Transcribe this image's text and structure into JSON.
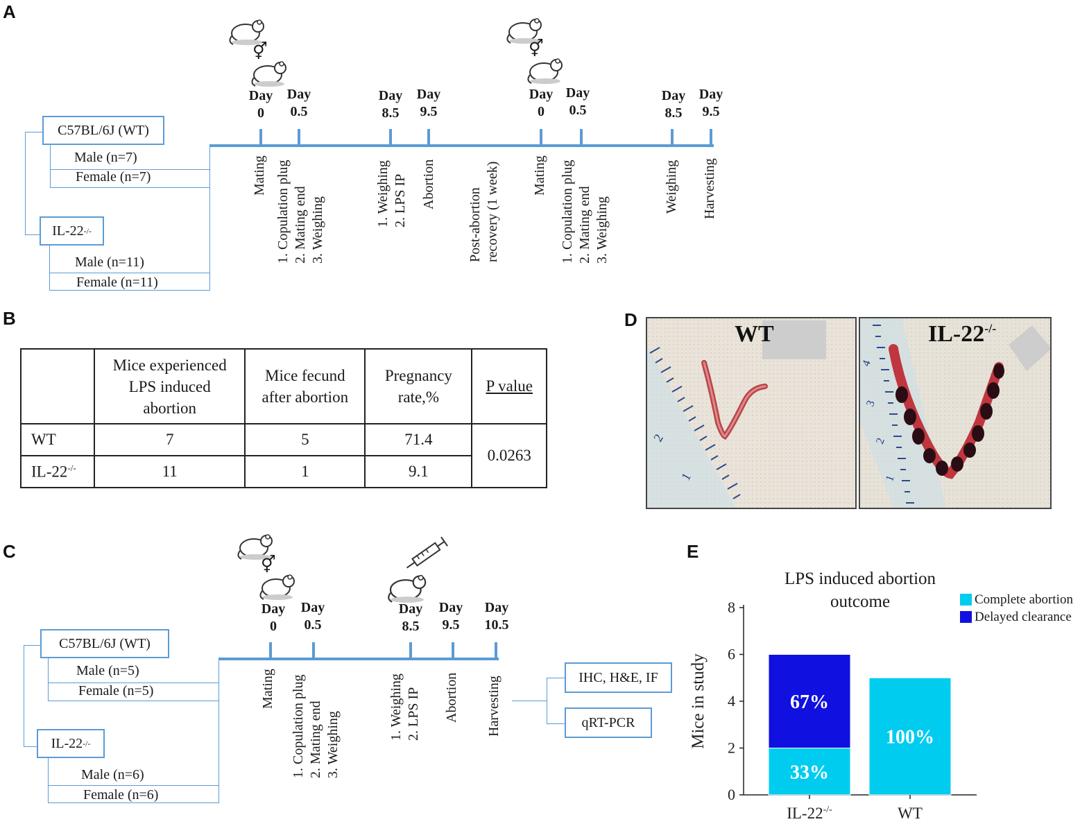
{
  "panels": {
    "a": "A",
    "b": "B",
    "c": "C",
    "d": "D",
    "e": "E"
  },
  "panel_a": {
    "groups": [
      {
        "name": "C57BL/6J (WT)",
        "male": "Male (n=7)",
        "female": "Female (n=7)"
      },
      {
        "name": "IL-22",
        "sup": "-/-",
        "male": "Male (n=11)",
        "female": "Female (n=11)"
      }
    ],
    "day_word": "Day",
    "days": [
      "0",
      "0.5",
      "8.5",
      "9.5",
      "0",
      "0.5",
      "8.5",
      "9.5"
    ],
    "events": {
      "mating1": "Mating",
      "after_plug1": [
        "1. Copulation plug",
        "2. Mating end",
        "3. Weighing"
      ],
      "lps1": [
        "1. Weighing",
        "2. LPS IP"
      ],
      "abortion": "Abortion",
      "recovery": [
        "Post-abortion",
        "recovery (1 week)"
      ],
      "mating2": "Mating",
      "after_plug2": [
        "1. Copulation plug",
        "2. Mating end",
        "3. Weighing"
      ],
      "weighing": "Weighing",
      "harvesting": "Harvesting"
    },
    "symbol": "⚥"
  },
  "panel_b": {
    "headers": [
      "",
      "Mice experienced LPS induced abortion",
      "Mice fecund after abortion",
      "Pregnancy rate,%",
      "P value"
    ],
    "rows": [
      {
        "label": "WT",
        "sup": "",
        "experienced": "7",
        "fecund": "5",
        "rate": "71.4"
      },
      {
        "label": "IL-22",
        "sup": "-/-",
        "experienced": "11",
        "fecund": "1",
        "rate": "9.1"
      }
    ],
    "p_value": "0.0263"
  },
  "panel_c": {
    "groups": [
      {
        "name": "C57BL/6J (WT)",
        "male": "Male (n=5)",
        "female": "Female (n=5)"
      },
      {
        "name": "IL-22",
        "sup": "-/-",
        "male": "Male (n=6)",
        "female": "Female (n=6)"
      }
    ],
    "day_word": "Day",
    "days": [
      "0",
      "0.5",
      "8.5",
      "9.5",
      "10.5"
    ],
    "events": {
      "mating": "Mating",
      "after_plug": [
        "1. Copulation plug",
        "2. Mating end",
        "3. Weighing"
      ],
      "lps": [
        "1. Weighing",
        "2. LPS IP"
      ],
      "abortion": "Abortion",
      "harvesting": "Harvesting"
    },
    "outputs": [
      "IHC, H&E, IF",
      "qRT-PCR"
    ],
    "symbol": "⚥"
  },
  "panel_d": {
    "left_label": "WT",
    "right_label": "IL-22",
    "right_sup": "-/-",
    "ruler_marks": [
      "2",
      "1",
      "4",
      "3",
      "2",
      "1"
    ]
  },
  "chart_data": {
    "type": "bar",
    "title": "LPS induced abortion outcome",
    "title_lines": [
      "LPS induced abortion",
      "outcome"
    ],
    "ylabel": "Mice in study",
    "ylim": [
      0,
      8
    ],
    "yticks": [
      "0",
      "2",
      "4",
      "6",
      "8"
    ],
    "categories": [
      "IL-22-/-",
      "WT"
    ],
    "category_labels": [
      {
        "base": "IL-22",
        "sup": "-/-"
      },
      {
        "base": "WT",
        "sup": ""
      }
    ],
    "stacked": true,
    "series": [
      {
        "name": "Complete abortion",
        "color": "#00ccf0",
        "values": [
          2,
          5
        ],
        "labels": [
          "33%",
          "100%"
        ]
      },
      {
        "name": "Delayed clearance",
        "color": "#1010e0",
        "values": [
          4,
          0
        ],
        "labels": [
          "67%",
          ""
        ]
      }
    ],
    "legend": "top-right"
  }
}
